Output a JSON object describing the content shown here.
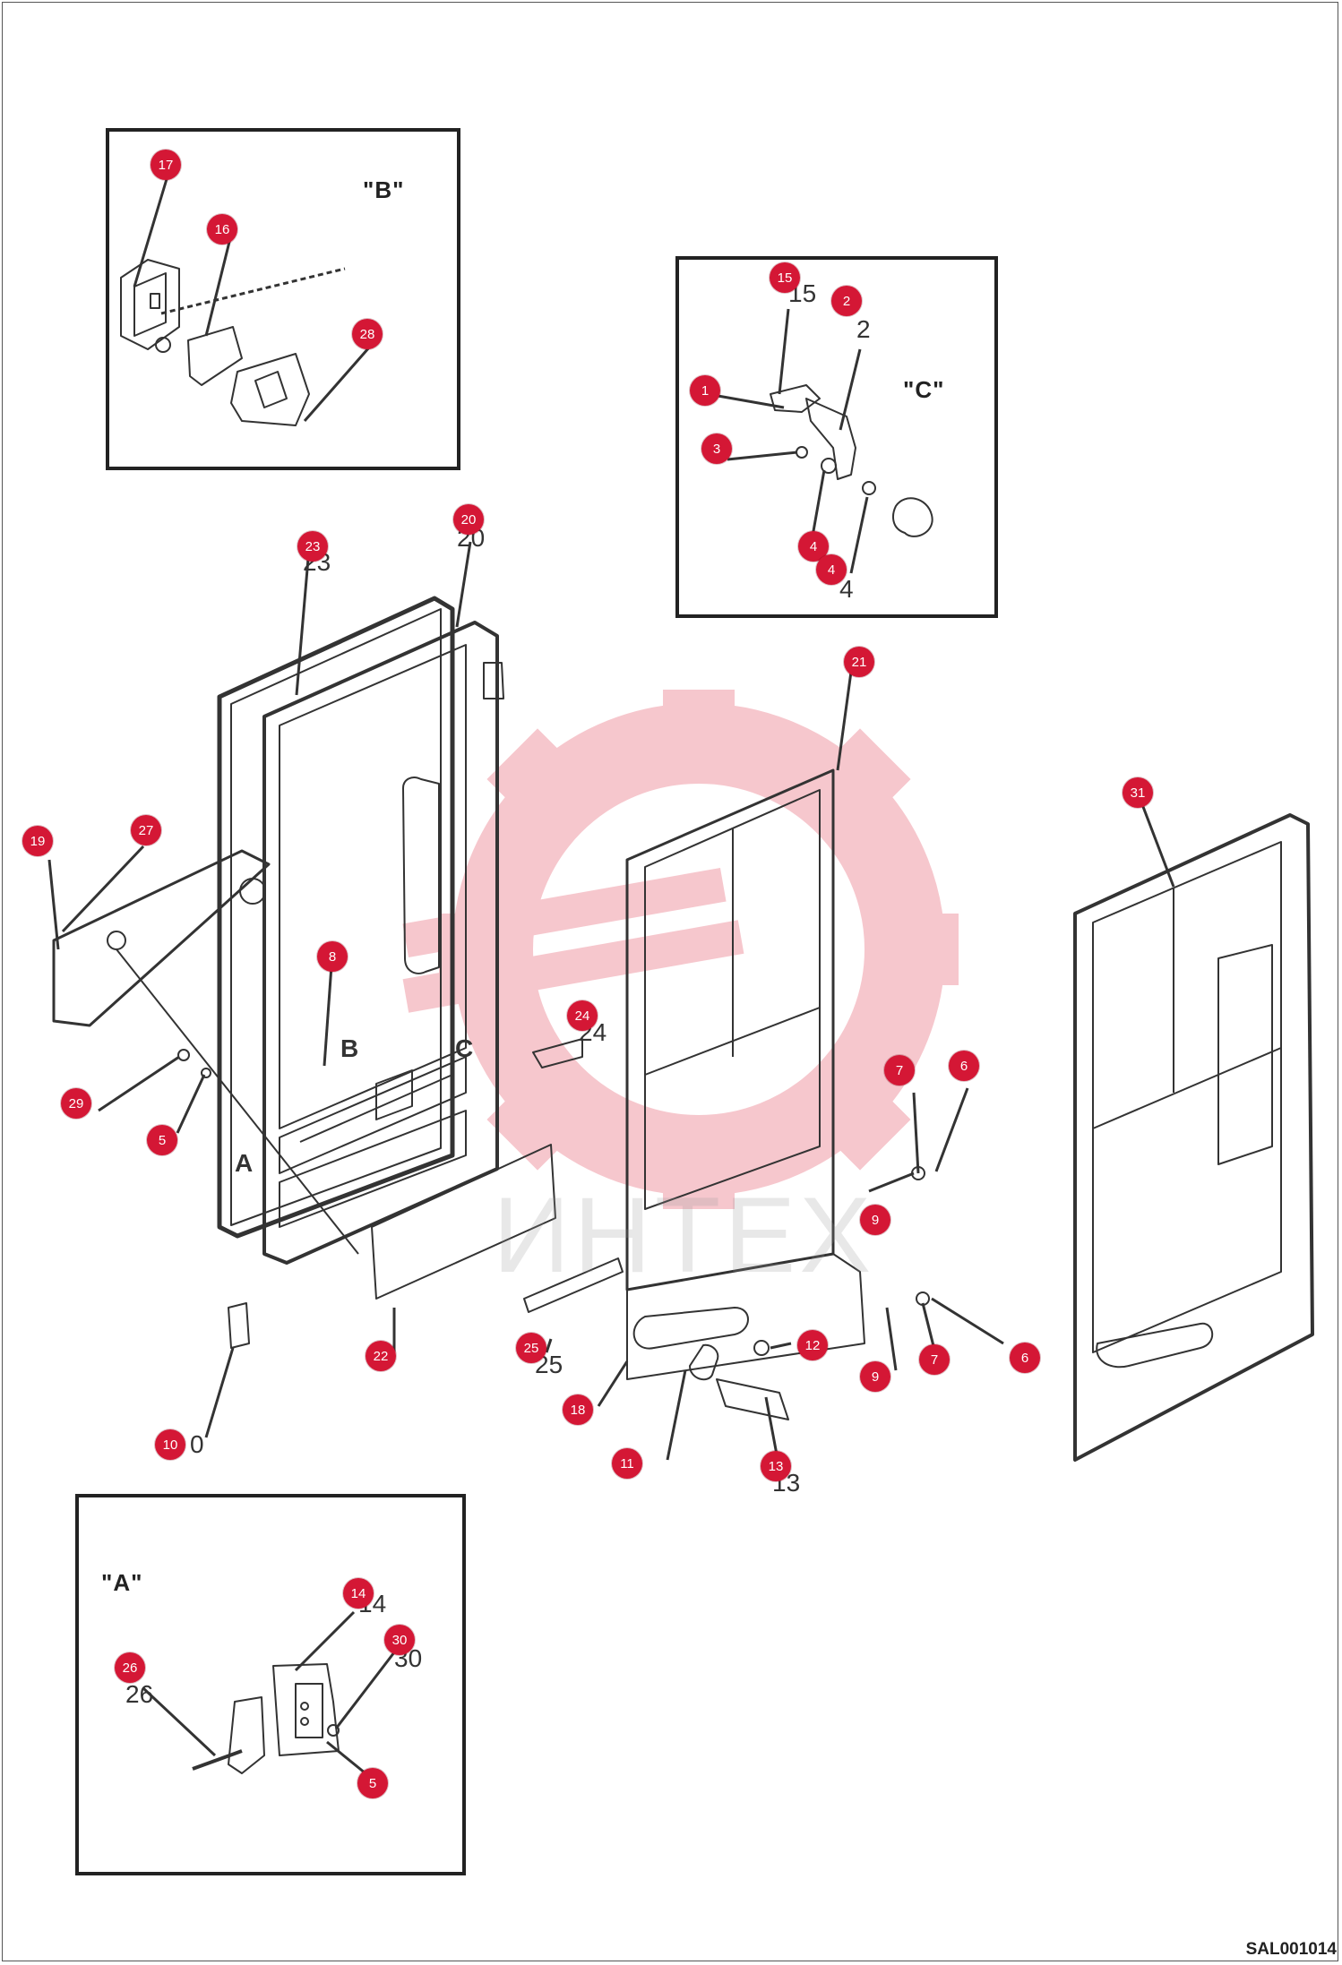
{
  "diagram": {
    "document_code": "SAL001014",
    "watermark_text": "ИНТЕХ",
    "insets": [
      {
        "id": "B",
        "label": "\"B\""
      },
      {
        "id": "C",
        "label": "\"C\""
      },
      {
        "id": "A",
        "label": "\"A\""
      }
    ],
    "view_labels": [
      "A",
      "B",
      "C"
    ],
    "markers": [
      {
        "n": "17"
      },
      {
        "n": "16"
      },
      {
        "n": "28"
      },
      {
        "n": "15"
      },
      {
        "n": "2"
      },
      {
        "n": "1"
      },
      {
        "n": "3"
      },
      {
        "n": "4"
      },
      {
        "n": "4"
      },
      {
        "n": "23"
      },
      {
        "n": "20"
      },
      {
        "n": "21"
      },
      {
        "n": "31"
      },
      {
        "n": "19"
      },
      {
        "n": "27"
      },
      {
        "n": "8"
      },
      {
        "n": "24"
      },
      {
        "n": "29"
      },
      {
        "n": "5"
      },
      {
        "n": "7"
      },
      {
        "n": "6"
      },
      {
        "n": "9"
      },
      {
        "n": "22"
      },
      {
        "n": "25"
      },
      {
        "n": "12"
      },
      {
        "n": "9"
      },
      {
        "n": "7"
      },
      {
        "n": "6"
      },
      {
        "n": "18"
      },
      {
        "n": "11"
      },
      {
        "n": "13"
      },
      {
        "n": "10"
      },
      {
        "n": "14"
      },
      {
        "n": "30"
      },
      {
        "n": "26"
      },
      {
        "n": "5"
      }
    ],
    "printed_numbers": [
      "15",
      "2",
      "4",
      "23",
      "20",
      "24",
      "25",
      "0",
      "13",
      "14",
      "30",
      "26"
    ],
    "colors": {
      "marker": "#d41735",
      "line": "#333333",
      "watermark": "#e8a0a8"
    }
  }
}
